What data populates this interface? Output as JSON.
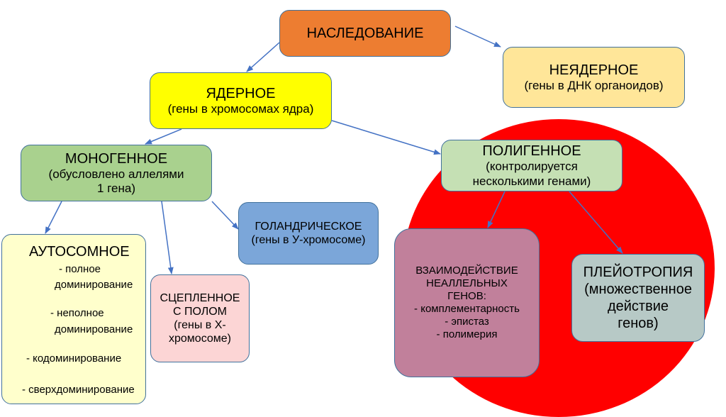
{
  "diagram": {
    "inheritance": {
      "title": "НАСЛЕДОВАНИЕ"
    },
    "non_nuclear": {
      "title": "НЕЯДЕРНОЕ",
      "subtitle": "(гены в ДНК органоидов)"
    },
    "nuclear": {
      "title": "ЯДЕРНОЕ",
      "subtitle": "(гены в хромосомах ядра)"
    },
    "monogenic": {
      "title": "МОНОГЕННОЕ",
      "line1": "(обусловлено аллелями",
      "line2": "1 гена)"
    },
    "polygenic": {
      "title": "ПОЛИГЕННОЕ",
      "line1": "(контролируется",
      "line2": "несколькими генами)"
    },
    "holandric": {
      "title": "ГОЛАНДРИЧЕСКОЕ",
      "subtitle": "(гены в У-хромосоме)"
    },
    "autosomal": {
      "title": "АУТОСОМНОЕ",
      "items": [
        "- полное",
        "доминирование",
        "- неполное",
        "доминирование",
        "- кодоминирование",
        "- сверхдоминирование"
      ]
    },
    "sex_linked": {
      "line1": "СЦЕПЛЕННОЕ",
      "line2": "С ПОЛОМ",
      "line3": "(гены в Х-",
      "line4": "хромосоме)"
    },
    "interaction": {
      "line1": "ВЗАИМОДЕЙСТВИЕ",
      "line2": "НЕАЛЛЕЛЬНЫХ",
      "line3": "ГЕНОВ:",
      "line4": "- комплементарность",
      "line5": "- эпистаз",
      "line6": "- полимерия"
    },
    "pleiotropy": {
      "line1": "ПЛЕЙОТРОПИЯ",
      "line2": "(множественное",
      "line3": "действие",
      "line4": "генов)"
    },
    "colors": {
      "inheritance": "#ed7d31",
      "non_nuclear": "#ffe699",
      "nuclear": "#ffff00",
      "monogenic": "#a9d18e",
      "polygenic": "#c5e0b4",
      "holandric": "#7ba6d9",
      "autosomal": "#ffffcc",
      "sex_linked": "#fcd5d5",
      "interaction": "#c1809b",
      "pleiotropy": "#b7c9c6",
      "highlight_circle": "#ff0000",
      "arrow": "#4472c4"
    }
  }
}
